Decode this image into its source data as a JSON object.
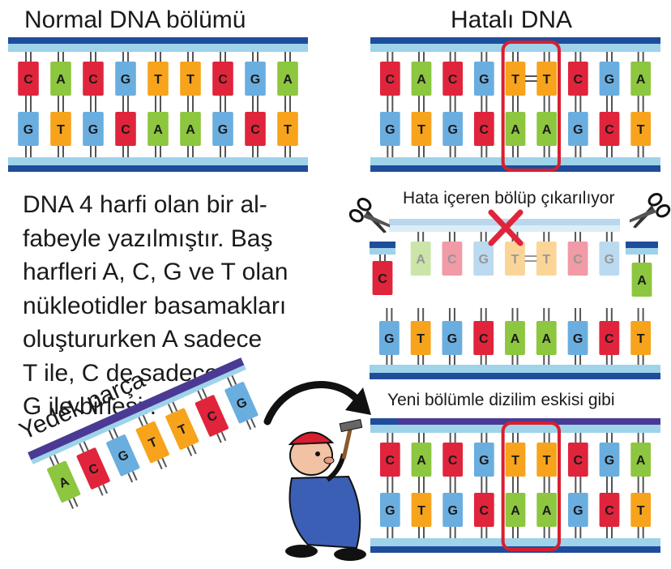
{
  "colors": {
    "A": "#8dc63f",
    "C": "#e0243c",
    "G": "#6aaee0",
    "T": "#f7a31c",
    "backbone_top": "#9ed3ea",
    "backbone_bottom": "#1f4d9c",
    "highlight": "#d71f2f",
    "scissors_x": "#e0243c",
    "spare_backbone": "#4b3a94"
  },
  "normal_dna": {
    "title": "Normal DNA bölümü",
    "top_strand": [
      "C",
      "A",
      "C",
      "G",
      "T",
      "T",
      "C",
      "G",
      "A"
    ],
    "bottom_strand": [
      "G",
      "T",
      "G",
      "C",
      "A",
      "A",
      "G",
      "C",
      "T"
    ]
  },
  "faulty_dna": {
    "title": "Hatalı DNA",
    "top_strand": [
      "C",
      "A",
      "C",
      "G",
      "T",
      "T",
      "C",
      "G",
      "A"
    ],
    "bottom_strand": [
      "G",
      "T",
      "G",
      "C",
      "A",
      "A",
      "G",
      "C",
      "T"
    ],
    "faulty_pair_columns": [
      5,
      6
    ]
  },
  "removal": {
    "caption": "Hata içeren bölüp çıkarılıyor",
    "left_kept": "C",
    "removed_strand": [
      "A",
      "C",
      "G",
      "T",
      "T",
      "C",
      "G"
    ],
    "right_kept": "A",
    "bottom_strand": [
      "G",
      "T",
      "G",
      "C",
      "A",
      "A",
      "G",
      "C",
      "T"
    ],
    "icons": [
      "scissors-icon",
      "cross-mark-icon"
    ]
  },
  "repaired_dna": {
    "caption": "Yeni bölümle dizilim eskisi gibi",
    "top_strand": [
      "C",
      "A",
      "C",
      "G",
      "T",
      "T",
      "C",
      "G",
      "A"
    ],
    "bottom_strand": [
      "G",
      "T",
      "G",
      "C",
      "A",
      "A",
      "G",
      "C",
      "T"
    ],
    "highlight_columns": [
      5,
      6
    ]
  },
  "spare_part": {
    "label": "Yedek parça",
    "strand": [
      "A",
      "C",
      "G",
      "T",
      "T",
      "C",
      "G"
    ]
  },
  "explanation": {
    "lines": [
      "DNA 4 harfi olan bir al-",
      "fabeyle yazılmıştır. Baş",
      "harfleri A, C, G ve T olan",
      "nükleotidler basamakları",
      "oluştururken A sadece",
      "T ile, C de sadece",
      "G ile birleşir."
    ]
  }
}
